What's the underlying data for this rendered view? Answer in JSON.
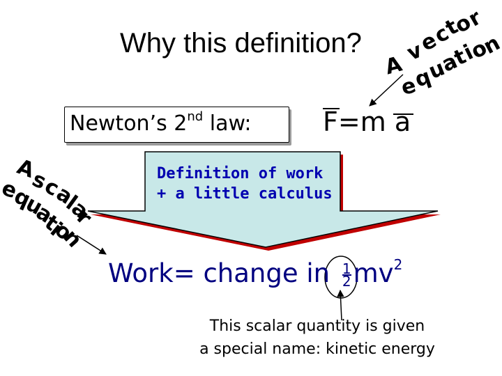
{
  "slide": {
    "title": "Why this definition?",
    "newton_label": "Newton’s 2",
    "newton_sup": "nd",
    "newton_label_end": " law:",
    "equation": {
      "force": "F",
      "equals": "=",
      "mass": "m",
      "accel": "a"
    },
    "vector_equation_letters": [
      "A",
      "v",
      "e",
      "c",
      "t",
      "o",
      "r",
      "e",
      "q",
      "u",
      "a",
      "t",
      "i",
      "o",
      "n"
    ],
    "scalar_equation_letters": [
      "A",
      "s",
      "c",
      "a",
      "l",
      "a",
      "r",
      "e",
      "q",
      "u",
      "a",
      "t",
      "i",
      "o",
      "n"
    ],
    "callout_line1": "Definition of work",
    "callout_line2": "+ a little calculus",
    "work_prefix": "Work= change in ",
    "work_frac_num": "1",
    "work_frac_den": "2",
    "work_mv": "mv",
    "work_exp": "2",
    "note_line1": "This scalar quantity is given",
    "note_line2": "a special name: kinetic energy",
    "colors": {
      "work_text": "#000080",
      "callout_fill": "#c8e8e8",
      "callout_text": "#0000b0"
    }
  }
}
